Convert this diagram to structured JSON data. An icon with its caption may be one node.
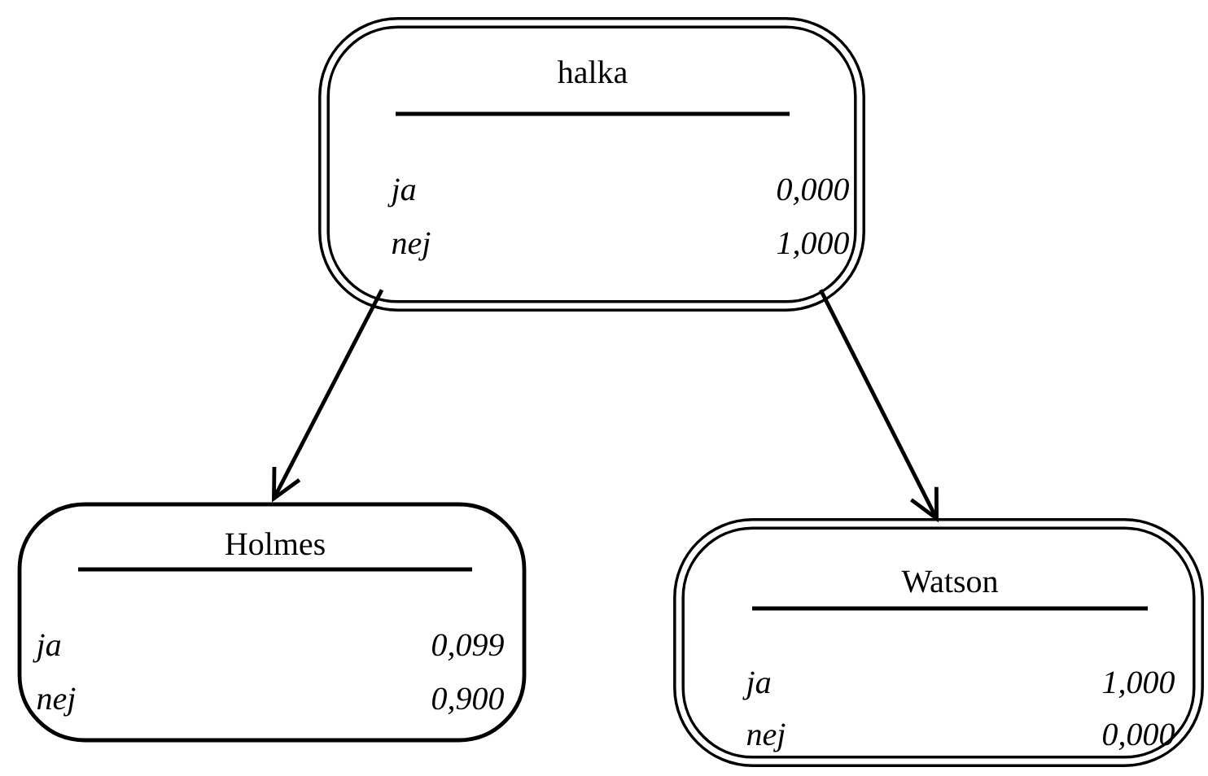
{
  "diagram": {
    "nodes": [
      {
        "text": [
          "halka",
          "ja",
          "0,000",
          "nej",
          "1,000"
        ]
      },
      {
        "text": [
          "Holmes",
          "ja",
          "0,099",
          "nej",
          "0,900"
        ]
      },
      {
        "text": [
          "Watson",
          "ja",
          "1,000",
          "nej",
          "0,000"
        ]
      }
    ],
    "edges": [
      {
        "from": 0,
        "to": 1,
        "arrow": "to"
      },
      {
        "from": 0,
        "to": 2,
        "arrow": "to"
      }
    ]
  }
}
